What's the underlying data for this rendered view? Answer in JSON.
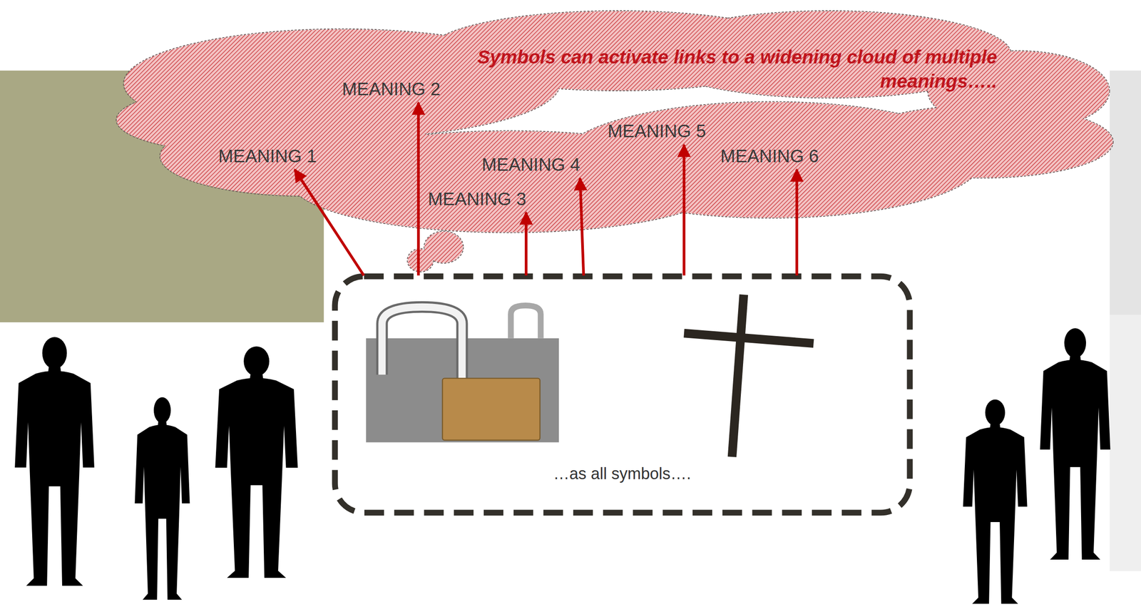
{
  "diagram": {
    "nodes": [
      {
        "text": [
          "Symbols can activate links to a widening cloud of multiple meanings….."
        ]
      },
      {
        "text": [
          "MEANING 1"
        ],
        "in": 0
      },
      {
        "text": [
          "MEANING 2"
        ],
        "in": 0
      },
      {
        "text": [
          "MEANING 3"
        ],
        "in": 0
      },
      {
        "text": [
          "MEANING 4"
        ],
        "in": 0
      },
      {
        "text": [
          "MEANING 5"
        ],
        "in": 0
      },
      {
        "text": [
          "MEANING 6"
        ],
        "in": 0
      },
      {
        "text": [
          "…as all symbols…."
        ]
      }
    ],
    "edges": [
      {
        "from": 7,
        "to": 1,
        "arrow": "to"
      },
      {
        "from": 7,
        "to": 2,
        "arrow": "to"
      },
      {
        "from": 7,
        "to": 3,
        "arrow": "to"
      },
      {
        "from": 7,
        "to": 4,
        "arrow": "to"
      },
      {
        "from": 7,
        "to": 5,
        "arrow": "to"
      },
      {
        "from": 7,
        "to": 6,
        "arrow": "to"
      }
    ]
  }
}
